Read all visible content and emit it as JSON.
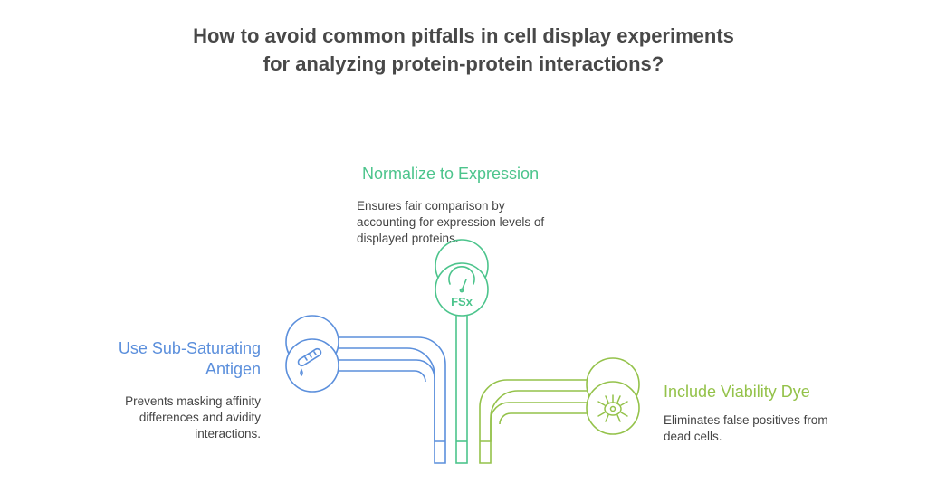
{
  "title": {
    "line1": "How to avoid common pitfalls in cell display experiments",
    "line2": "for analyzing protein-protein interactions?"
  },
  "colors": {
    "blue": "#5b8fdc",
    "green": "#4cc48c",
    "lime": "#94c24a"
  },
  "steps": {
    "normalize": {
      "heading": "Normalize to Expression",
      "description_lines": [
        "Ensures fair comparison by",
        "accounting for expression levels of",
        "displayed proteins."
      ],
      "icon_text": "FSx",
      "icon": "gauge-icon"
    },
    "antigen": {
      "heading_lines": [
        "Use Sub-Saturating",
        "Antigen"
      ],
      "description_lines": [
        "Prevents masking affinity",
        "differences and avidity",
        "interactions."
      ],
      "icon": "test-tube-icon"
    },
    "viability": {
      "heading": "Include Viability Dye",
      "description_lines": [
        "Eliminates false positives from",
        "dead cells."
      ],
      "icon": "dead-cell-icon"
    }
  }
}
